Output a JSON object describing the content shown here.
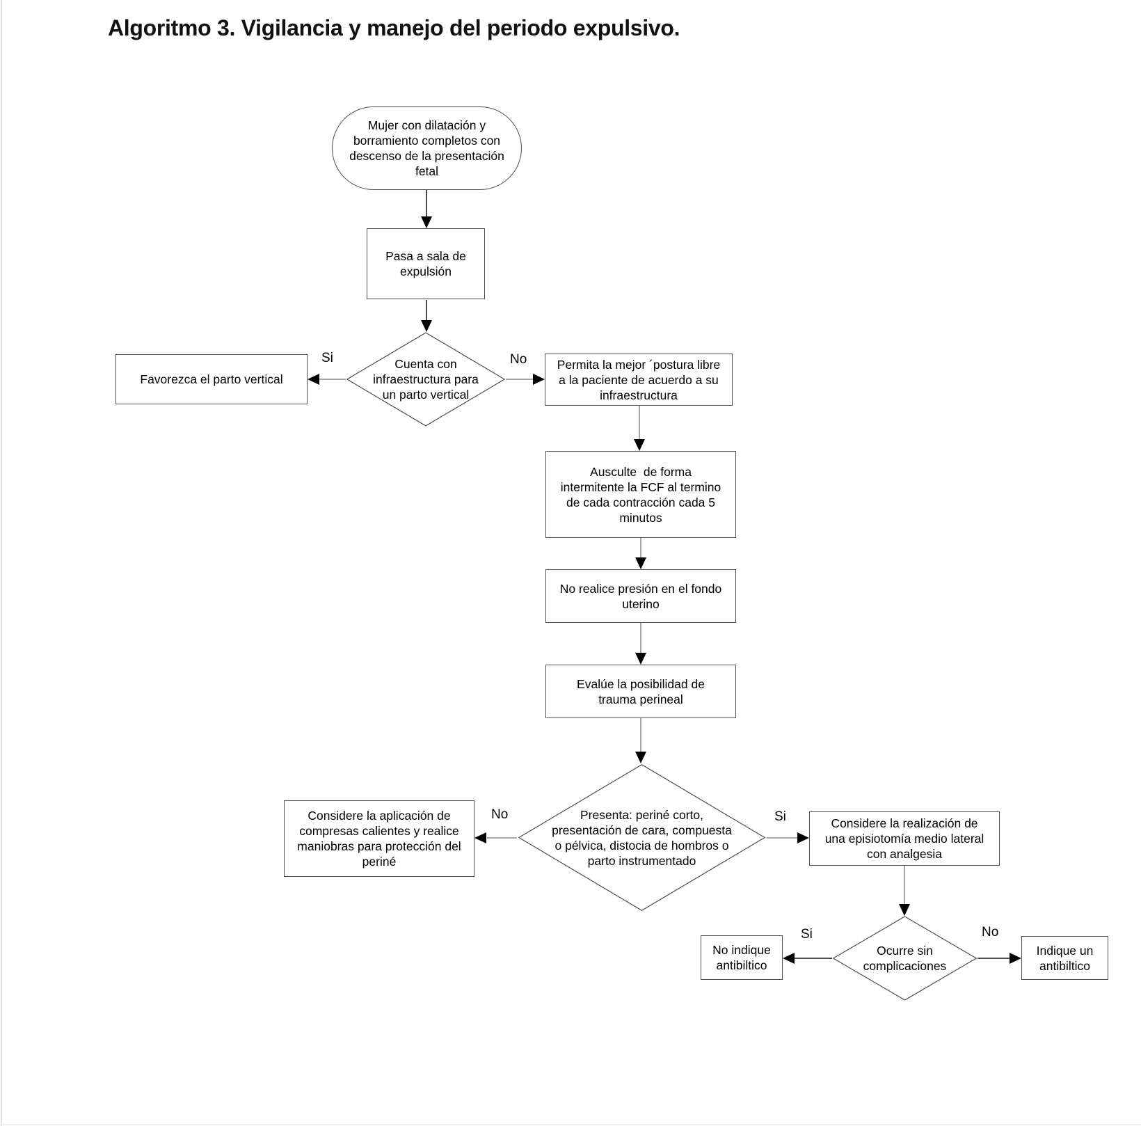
{
  "title": "Algoritmo 3. Vigilancia y manejo del periodo expulsivo.",
  "nodes": {
    "start": {
      "shape": "terminator",
      "text": "Mujer con dilatación y\nborramiento completos con\ndescenso de la presentación\nfetal"
    },
    "sala": {
      "shape": "process",
      "text": "Pasa a sala de\nexpulsión"
    },
    "decision_infra": {
      "shape": "decision",
      "text": "Cuenta con\ninfraestructura para\nun parto vertical"
    },
    "favorezca": {
      "shape": "process",
      "text": "Favorezca el parto vertical"
    },
    "permita": {
      "shape": "process",
      "text": "Permita la mejor ´postura libre\na la paciente de acuerdo a su\ninfraestructura"
    },
    "ausculte": {
      "shape": "process",
      "text": "Ausculte  de forma\nintermitente la FCF al termino\nde cada contracción cada 5\nminutos"
    },
    "no_presion": {
      "shape": "process",
      "text": "No realice presión en el fondo\nuterino"
    },
    "evalue": {
      "shape": "process",
      "text": "Evalúe la posibilidad de\ntrauma perineal"
    },
    "decision_presenta": {
      "shape": "decision",
      "text": "Presenta: periné corto,\npresentación de cara, compuesta\no pélvica, distocia de hombros o\nparto instrumentado"
    },
    "compresas": {
      "shape": "process",
      "text": "Considere la aplicación de\ncompresas calientes y realice\nmaniobras para protección del\nperiné"
    },
    "episiotomia": {
      "shape": "process",
      "text": "Considere la realización de\nuna episiotomía medio lateral\ncon analgesia"
    },
    "decision_complicaciones": {
      "shape": "decision",
      "text": "Ocurre sin\ncomplicaciones"
    },
    "no_antibiotico": {
      "shape": "process",
      "text": "No indique\nantibiltico"
    },
    "indique_antibiotico": {
      "shape": "process",
      "text": "Indique un\nantibiltico"
    }
  },
  "edge_labels": {
    "infra_si": "Si",
    "infra_no": "No",
    "presenta_no": "No",
    "presenta_si": "Si",
    "complicaciones_si": "Si",
    "complicaciones_no": "No"
  },
  "colors": {
    "shape_border": "#4d4d4d",
    "connector_gray": "#a6a6a6",
    "connector_dark": "#4d4d4d",
    "arrowhead": "#000000",
    "text": "#000000"
  }
}
